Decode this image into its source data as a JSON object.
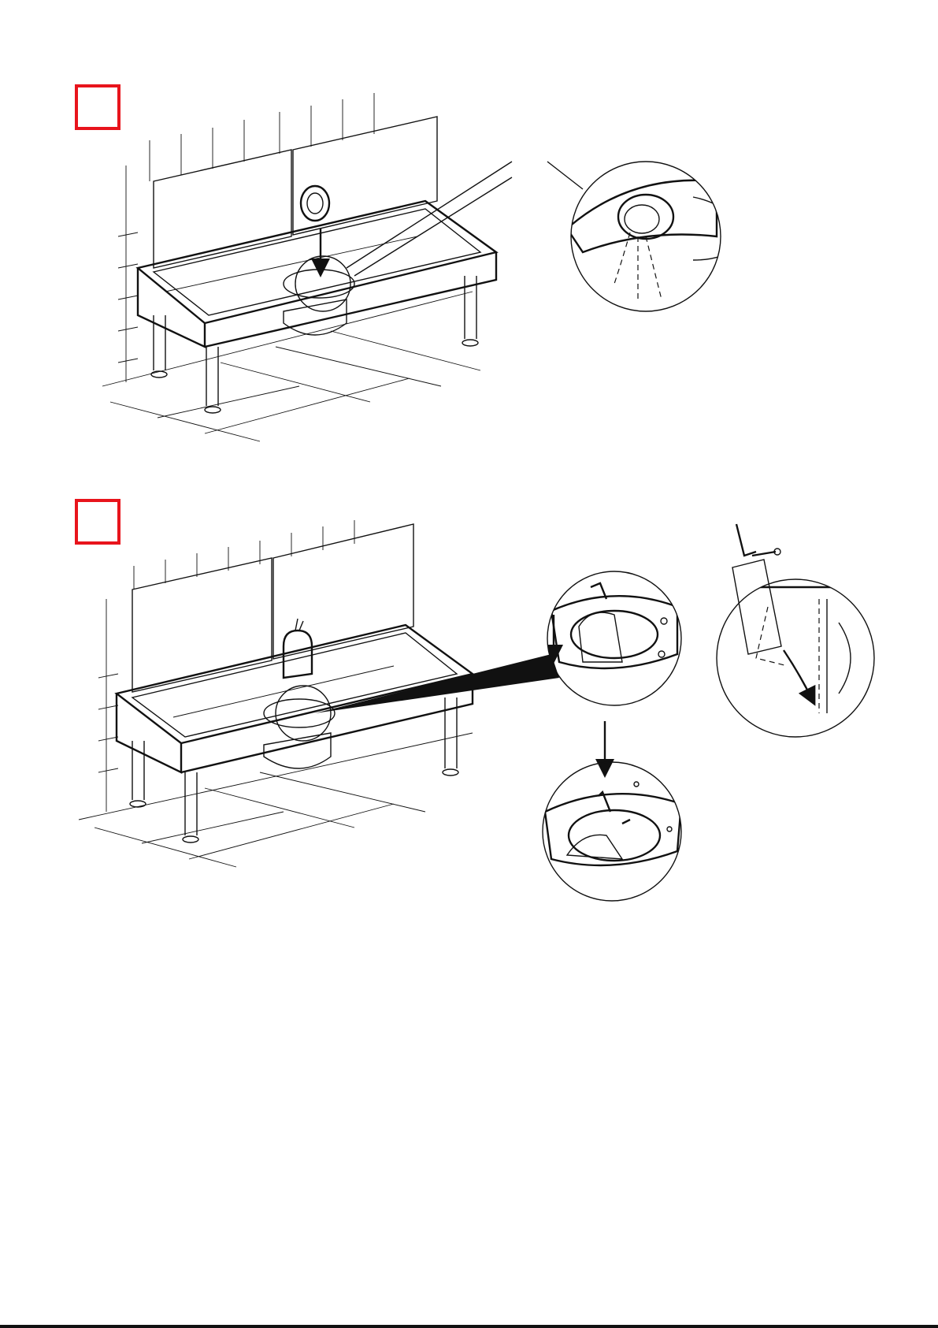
{
  "steps": [
    {
      "id": "step-1",
      "marker_color": "#e8141c",
      "description_visible": false
    },
    {
      "id": "step-2",
      "marker_color": "#e8141c",
      "description_visible": false
    }
  ],
  "figures": [
    {
      "name": "trough-with-grid-and-drain-insert",
      "shows_detail_callout": true
    },
    {
      "name": "trough-with-drain-cover-and-lock",
      "shows_detail_callout": true
    }
  ],
  "colors": {
    "marker": "#e8141c",
    "line": "#111111",
    "background": "#ffffff"
  }
}
